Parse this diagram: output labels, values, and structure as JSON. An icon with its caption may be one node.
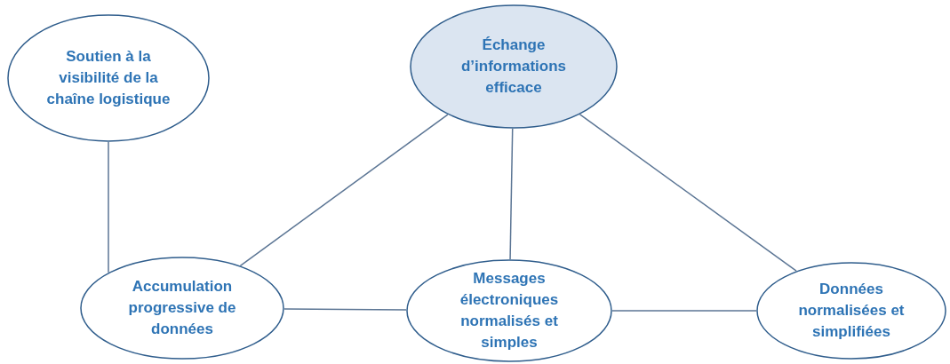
{
  "diagram": {
    "nodes": [
      {
        "text": [
          "Soutien à la visibilité de la chaîne logistique"
        ]
      },
      {
        "text": [
          "Échange d’informations efficace"
        ]
      },
      {
        "text": [
          "Accumulation progressive de données"
        ]
      },
      {
        "text": [
          "Messages électroniques normalisés et simples"
        ]
      },
      {
        "text": [
          "Données normalisées et simplifiées"
        ]
      }
    ],
    "edges": [
      {
        "from": 0,
        "to": 2,
        "arrow": "none"
      },
      {
        "from": 1,
        "to": 2,
        "arrow": "none"
      },
      {
        "from": 1,
        "to": 3,
        "arrow": "none"
      },
      {
        "from": 1,
        "to": 4,
        "arrow": "none"
      },
      {
        "from": 2,
        "to": 3,
        "arrow": "none"
      },
      {
        "from": 3,
        "to": 4,
        "arrow": "none"
      }
    ]
  }
}
